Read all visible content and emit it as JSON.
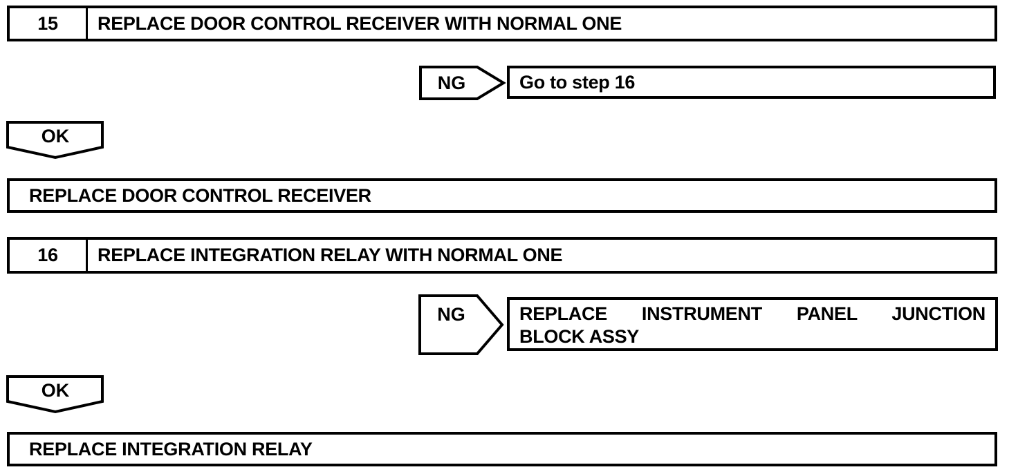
{
  "colors": {
    "line": "#000000",
    "background": "#ffffff",
    "text": "#000000"
  },
  "flowchart": {
    "steps": [
      {
        "number": "15",
        "title": "REPLACE DOOR CONTROL RECEIVER WITH NORMAL ONE",
        "ng_label": "NG",
        "ng_action": "Go to step 16",
        "ok_label": "OK",
        "ok_action": "REPLACE DOOR CONTROL RECEIVER"
      },
      {
        "number": "16",
        "title": "REPLACE INTEGRATION RELAY WITH NORMAL ONE",
        "ng_label": "NG",
        "ng_action_line1": "REPLACE INSTRUMENT PANEL JUNCTION",
        "ng_action_line2": "BLOCK ASSY",
        "ok_label": "OK",
        "ok_action": "REPLACE INTEGRATION RELAY"
      }
    ]
  }
}
